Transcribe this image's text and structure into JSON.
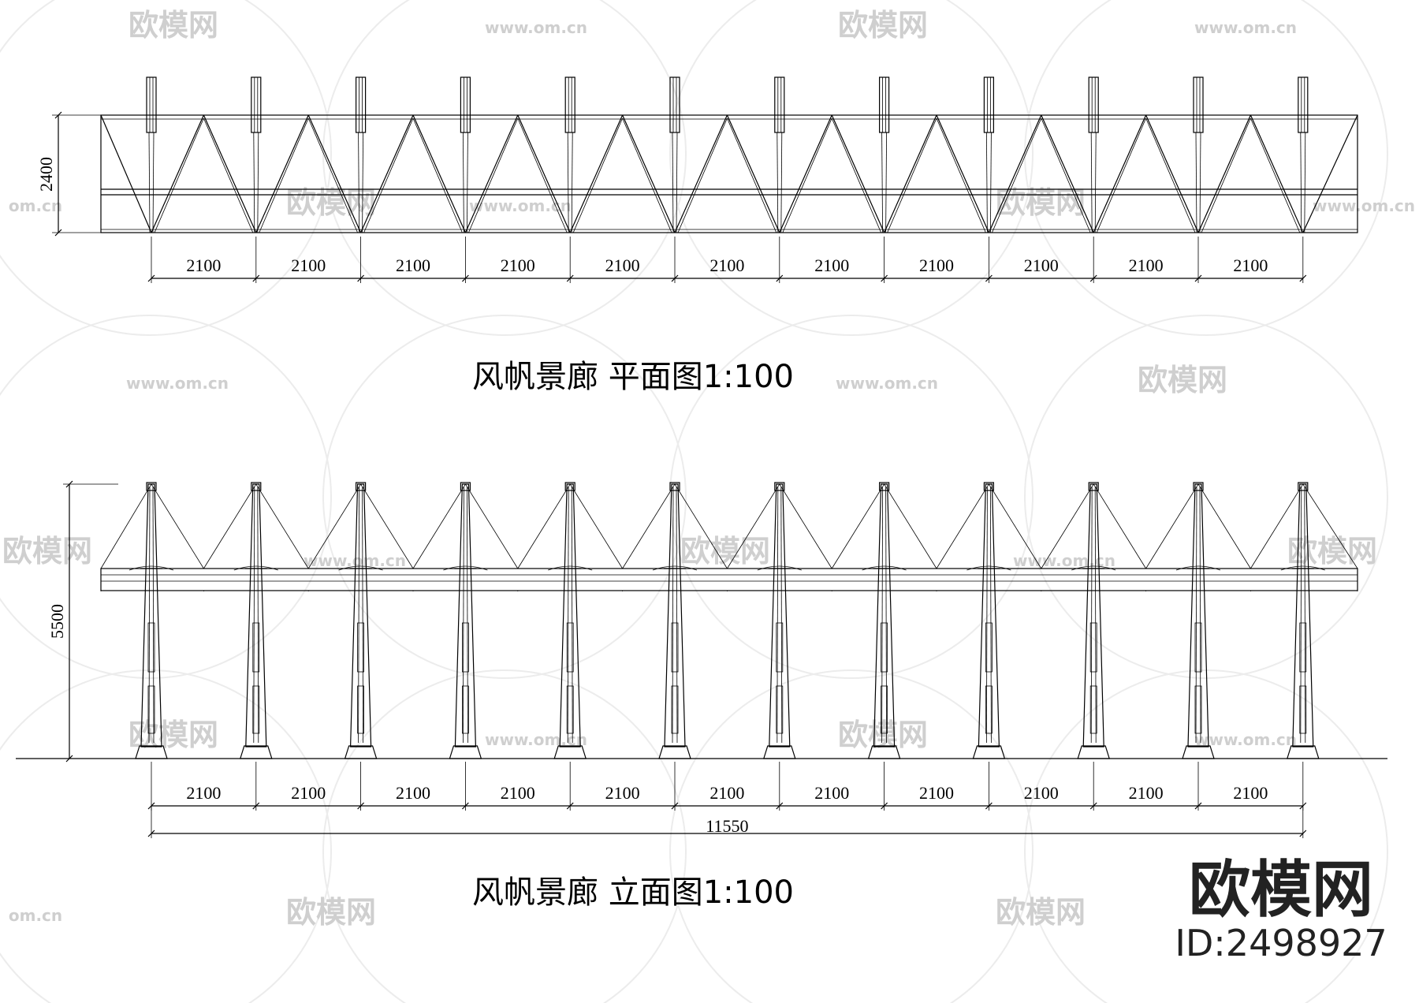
{
  "plan": {
    "title": "风帆景廊 平面图1:100",
    "width_dim": "2400",
    "bay_dims": [
      "2100",
      "2100",
      "2100",
      "2100",
      "2100",
      "2100",
      "2100",
      "2100",
      "2100",
      "2100",
      "2100"
    ]
  },
  "elevation": {
    "title": "风帆景廊 立面图1:100",
    "height_dim": "5500",
    "bay_dims": [
      "2100",
      "2100",
      "2100",
      "2100",
      "2100",
      "2100",
      "2100",
      "2100",
      "2100",
      "2100",
      "2100"
    ],
    "total_dim": "11550"
  },
  "watermark": {
    "brand": "欧模网",
    "site": "www.om.cn",
    "site_short": "om.cn"
  },
  "brand_block": {
    "name": "欧模网",
    "id": "ID:2498927"
  }
}
